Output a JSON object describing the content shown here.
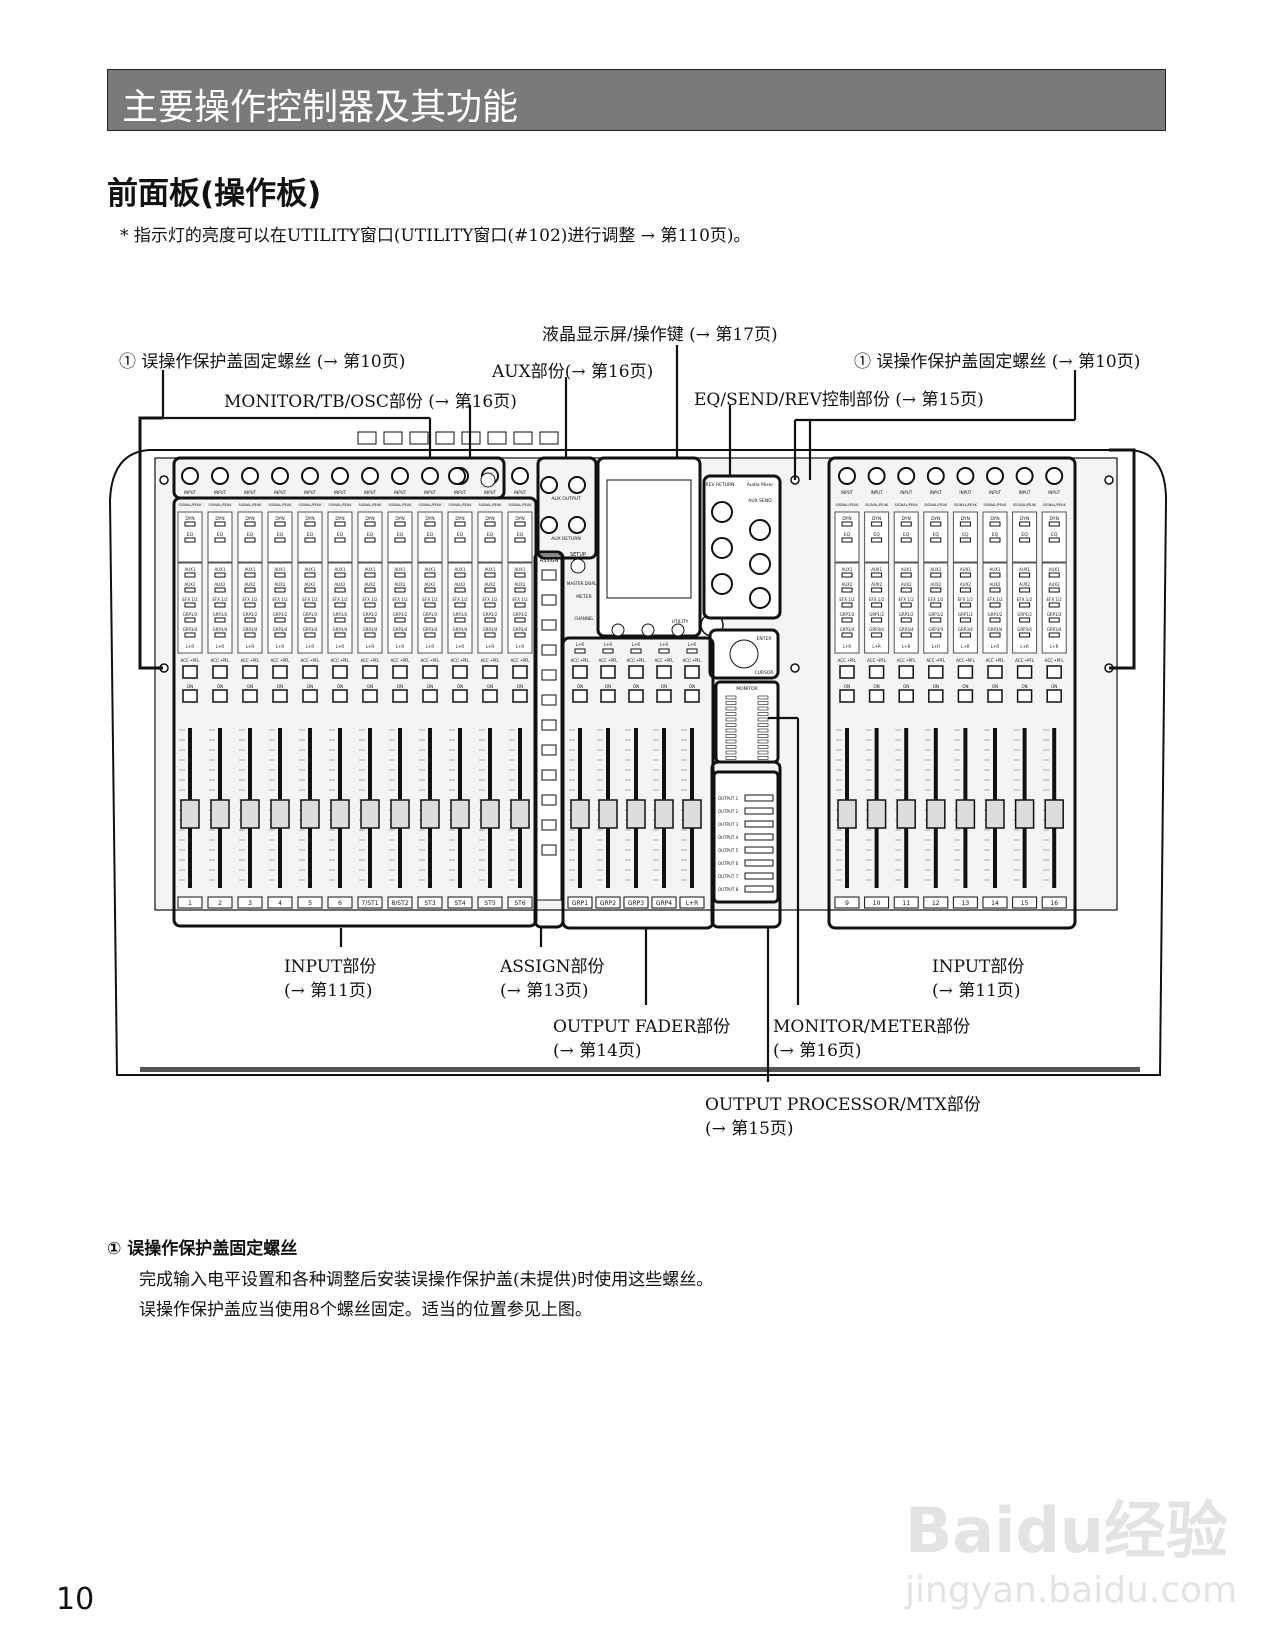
{
  "title": "主要操作控制器及其功能",
  "heading": "前面板(操作板)",
  "note": "* 指示灯的亮度可以在UTILITY窗口(UTILITY窗口(#102)进行调整 → 第110页)。",
  "callouts": {
    "lcd": "液晶显示屏/操作键 (→ 第17页)",
    "screw_left": "① 误操作保护盖固定螺丝 (→ 第10页)",
    "screw_right": "① 误操作保护盖固定螺丝 (→ 第10页)",
    "aux": "AUX部份(→ 第16页)",
    "monitor_tb": "MONITOR/TB/OSC部份 (→ 第16页)",
    "eq_send": "EQ/SEND/REV控制部份 (→ 第15页)",
    "input_left": "INPUT部份",
    "input_left_ref": "(→ 第11页)",
    "assign": "ASSIGN部份",
    "assign_ref": "(→ 第13页)",
    "input_right": "INPUT部份",
    "input_right_ref": "(→ 第11页)",
    "output_fader": "OUTPUT FADER部份",
    "output_fader_ref": "(→ 第14页)",
    "monitor_meter": "MONITOR/METER部份",
    "monitor_meter_ref": "(→ 第16页)",
    "output_proc": "OUTPUT PROCESSOR/MTX部份",
    "output_proc_ref": "(→ 第15页)"
  },
  "mixer": {
    "left_channels": [
      "1",
      "2",
      "3",
      "4",
      "5",
      "6",
      "7/ST1",
      "8/ST2",
      "ST3",
      "ST4",
      "ST5",
      "ST6"
    ],
    "right_channels": [
      "9",
      "10",
      "11",
      "12",
      "13",
      "14",
      "15",
      "16"
    ],
    "outputs": [
      "GRP1",
      "GRP2",
      "GRP3",
      "GRP4",
      "L+R"
    ],
    "strip_labels": [
      "INPUT",
      "SIGNAL/PEAK",
      "DYN",
      "EQ",
      "AUX1",
      "AUX2",
      "EFX 1/2",
      "GRP1/2",
      "GRP3/4",
      "L+R",
      "ACC •PFL",
      "ON"
    ],
    "panel_labels": {
      "aux_output": "AUX OUTPUT",
      "aux_return": "AUX RETURN",
      "setup": "SETUP",
      "assign": "ASSIGN",
      "rev_return": "REV RETURN",
      "aux_send": "AUX SEND",
      "brand": "Audio Mixer",
      "utility": "UTILITY",
      "enter": "ENTER",
      "cursor": "CURSOR",
      "monitor": "MONITOR",
      "master_display": "MASTER DISPLAY",
      "meter": "METER",
      "channel": "CHANNEL"
    }
  },
  "footnote": {
    "heading": "① 误操作保护盖固定螺丝",
    "lines": [
      "完成输入电平设置和各种调整后安装误操作保护盖(未提供)时使用这些螺丝。",
      "误操作保护盖应当使用8个螺丝固定。适当的位置参见上图。"
    ]
  },
  "page_number": "10",
  "watermark": {
    "brand": "Baidu经验",
    "url": "jingyan.baidu.com"
  }
}
